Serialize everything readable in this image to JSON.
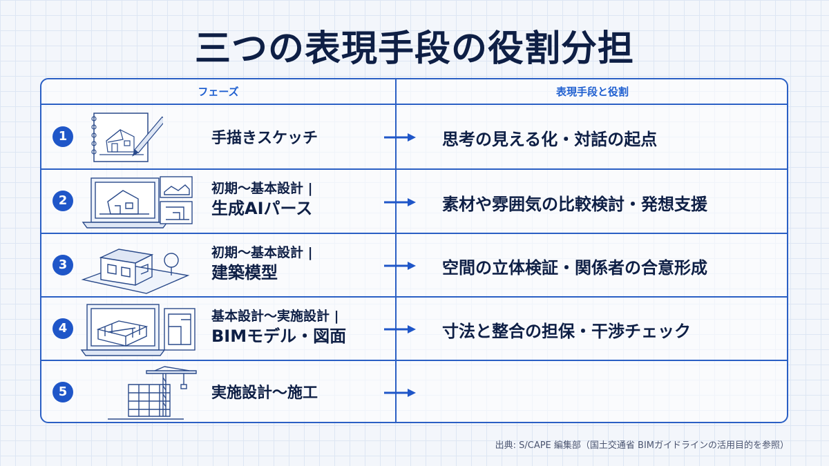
{
  "title": "三つの表現手段の役割分担",
  "header": {
    "phase_col": "フェーズ",
    "role_col": "表現手段と役割"
  },
  "rows": [
    {
      "num": "1",
      "phase": "手描きスケッチ",
      "phase_line2": "",
      "role": "思考の見える化・対話の起点",
      "illustration": "sketchbook-house-icon"
    },
    {
      "num": "2",
      "phase": "初期〜基本設計 |",
      "phase_line2": "生成AIパース",
      "role": "素材や雰囲気の比較検討・発想支援",
      "illustration": "laptop-render-icon"
    },
    {
      "num": "3",
      "phase": "初期〜基本設計 |",
      "phase_line2": "建築模型",
      "role": "空間の立体検証・関係者の合意形成",
      "illustration": "architectural-model-icon"
    },
    {
      "num": "4",
      "phase": "基本設計〜実施設計 |",
      "phase_line2": "BIMモデル・図面",
      "role": "寸法と整合の担保・干渉チェック",
      "illustration": "bim-laptop-drawing-icon"
    },
    {
      "num": "5",
      "phase": "実施設計〜施工",
      "phase_line2": "",
      "role": "",
      "illustration": "construction-crane-icon"
    }
  ],
  "source": "出典: S/CAPE 編集部（国土交通省 BIMガイドラインの活用目的を参照）",
  "colors": {
    "accent": "#1f56c8",
    "text": "#0e1f45",
    "line": "#2a5fc4"
  }
}
